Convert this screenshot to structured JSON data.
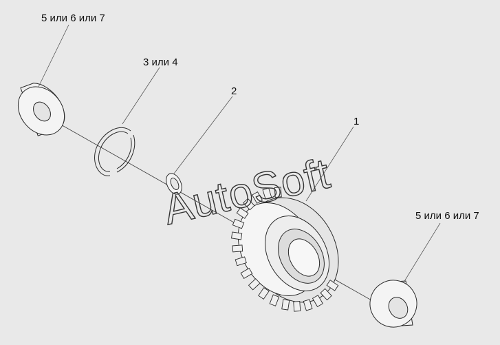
{
  "callouts": {
    "washer_top": "5 или 6 или 7",
    "snap_ring": "3 или 4",
    "small_ring": "2",
    "gear": "1",
    "washer_bottom": "5 или 6 или 7"
  },
  "watermark": "AutoSoft",
  "colors": {
    "background": "#e9e9e9",
    "part_fill": "#f2f2f2",
    "part_stroke": "#2a2a2a",
    "text": "#111111"
  }
}
